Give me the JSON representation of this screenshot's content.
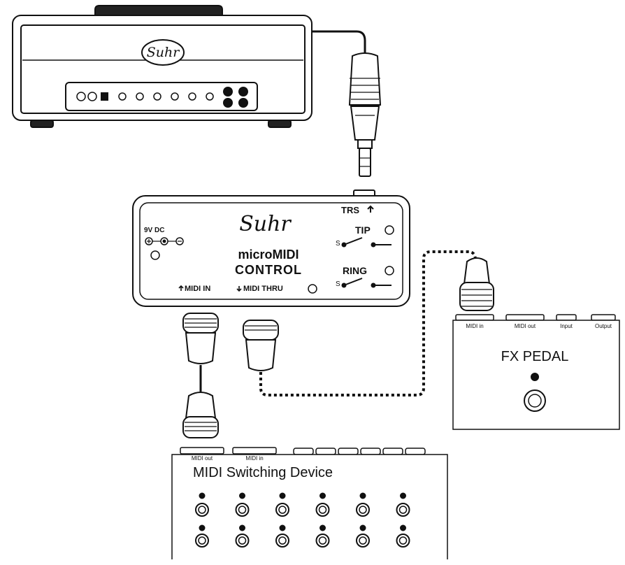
{
  "amp": {
    "brand_logo": "Suhr"
  },
  "interface": {
    "brand_logo": "Suhr",
    "title_line1": "microMIDI",
    "title_line2": "CONTROL",
    "power_label": "9V DC",
    "trs_label": "TRS",
    "tip_label": "TIP",
    "ring_label": "RING",
    "switch_s_label": "S",
    "midi_in_label": "MIDI IN",
    "midi_thru_label": "MIDI THRU"
  },
  "fx_pedal": {
    "name": "FX PEDAL",
    "jacks": [
      "MIDI in",
      "MIDI out",
      "Input",
      "Output"
    ]
  },
  "switching_device": {
    "name": "MIDI Switching Device",
    "jacks": [
      "MIDI out",
      "MIDI in"
    ],
    "footswitch_rows": 2,
    "footswitch_cols": 6
  }
}
